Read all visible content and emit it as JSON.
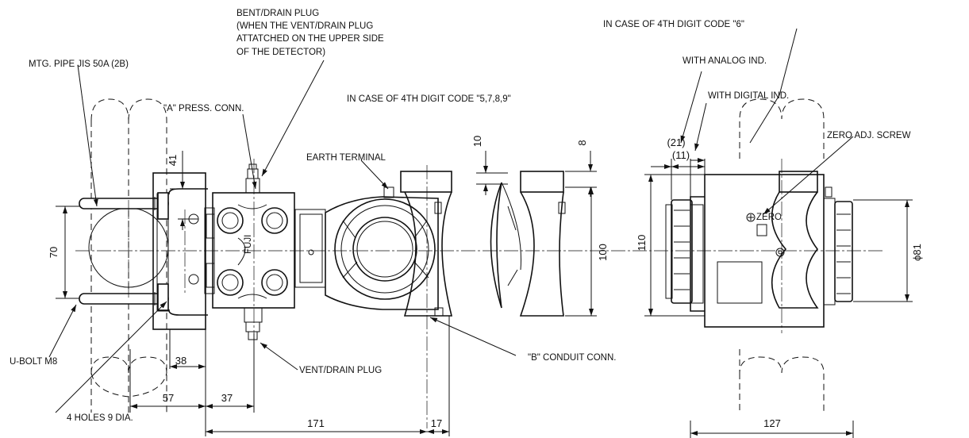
{
  "labels": {
    "bent_drain_plug": [
      "BENT/DRAIN PLUG",
      "(WHEN THE VENT/DRAIN PLUG",
      "ATTATCHED ON THE UPPER SIDE",
      "OF THE DETECTOR)"
    ],
    "digit_code_6": "IN CASE OF 4TH DIGIT CODE \"6\"",
    "mtg_pipe": "MTG. PIPE JIS 50A (2B)",
    "analog_ind": "WITH ANALOG IND.",
    "digital_ind": "WITH DIGITAL IND.",
    "a_press_conn": "\"A\" PRESS. CONN.",
    "digit_code_5789": "IN CASE OF 4TH DIGIT CODE \"5,7,8,9\"",
    "zero_adj_screw": "ZERO ADJ. SCREW",
    "earth_terminal": "EARTH TERMINAL",
    "u_bolt": "U-BOLT M8",
    "vent_drain_plug": "VENT/DRAIN PLUG",
    "b_conduit_conn": "\"B\" CONDUIT CONN.",
    "four_holes": "4 HOLES 9 DIA.",
    "zero_mark": "ZERO",
    "body_mark": "FUJI"
  },
  "dimensions": {
    "d41": "41",
    "d70": "70",
    "d38": "38",
    "d57": "57",
    "d37": "37",
    "d171": "171",
    "d17": "17",
    "d10": "10",
    "d8": "8",
    "d100": "100",
    "d21": "(21)",
    "d11": "(11)",
    "d110": "110",
    "d81": "ϕ81",
    "d127": "127"
  }
}
